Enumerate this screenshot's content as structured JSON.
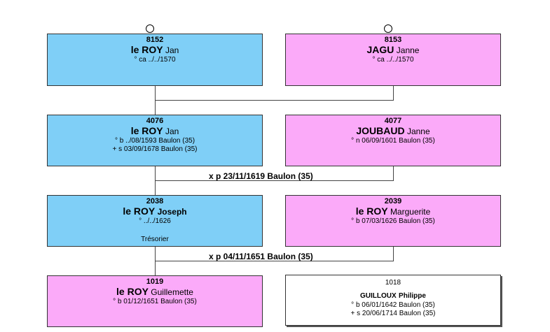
{
  "persons": {
    "p8152": {
      "num": "8152",
      "surname": "le ROY",
      "given": "Jan",
      "details": [
        "° ca ../../1570"
      ]
    },
    "p8153": {
      "num": "8153",
      "surname": "JAGU",
      "given": "Janne",
      "details": [
        "° ca ../../1570"
      ]
    },
    "p4076": {
      "num": "4076",
      "surname": "le ROY",
      "given": "Jan",
      "details": [
        "° b ../08/1593 Baulon (35)",
        "+ s 03/09/1678 Baulon (35)"
      ]
    },
    "p4077": {
      "num": "4077",
      "surname": "JOUBAUD",
      "given": "Janne",
      "details": [
        "° n 06/09/1601 Baulon (35)"
      ]
    },
    "p2038": {
      "num": "2038",
      "surname": "le ROY",
      "given": "Joseph",
      "details": [
        "° ../../1626"
      ],
      "occupation": "Trésorier"
    },
    "p2039": {
      "num": "2039",
      "surname": "le ROY",
      "given": "Marguerite",
      "details": [
        "° b 07/03/1626 Baulon (35)"
      ]
    },
    "p1019": {
      "num": "1019",
      "surname": "le ROY",
      "given": "Guillemette",
      "details": [
        "° b 01/12/1651 Baulon (35)"
      ]
    },
    "p1018": {
      "num": "1018",
      "surname": "GUILLOUX",
      "given": "Philippe",
      "details": [
        "° b 06/01/1642 Baulon (35)",
        "+ s 20/06/1714 Baulon (35)"
      ]
    }
  },
  "marriages": {
    "m1": "x p 23/11/1619 Baulon (35)",
    "m2": "x p 04/11/1651 Baulon (35)"
  }
}
